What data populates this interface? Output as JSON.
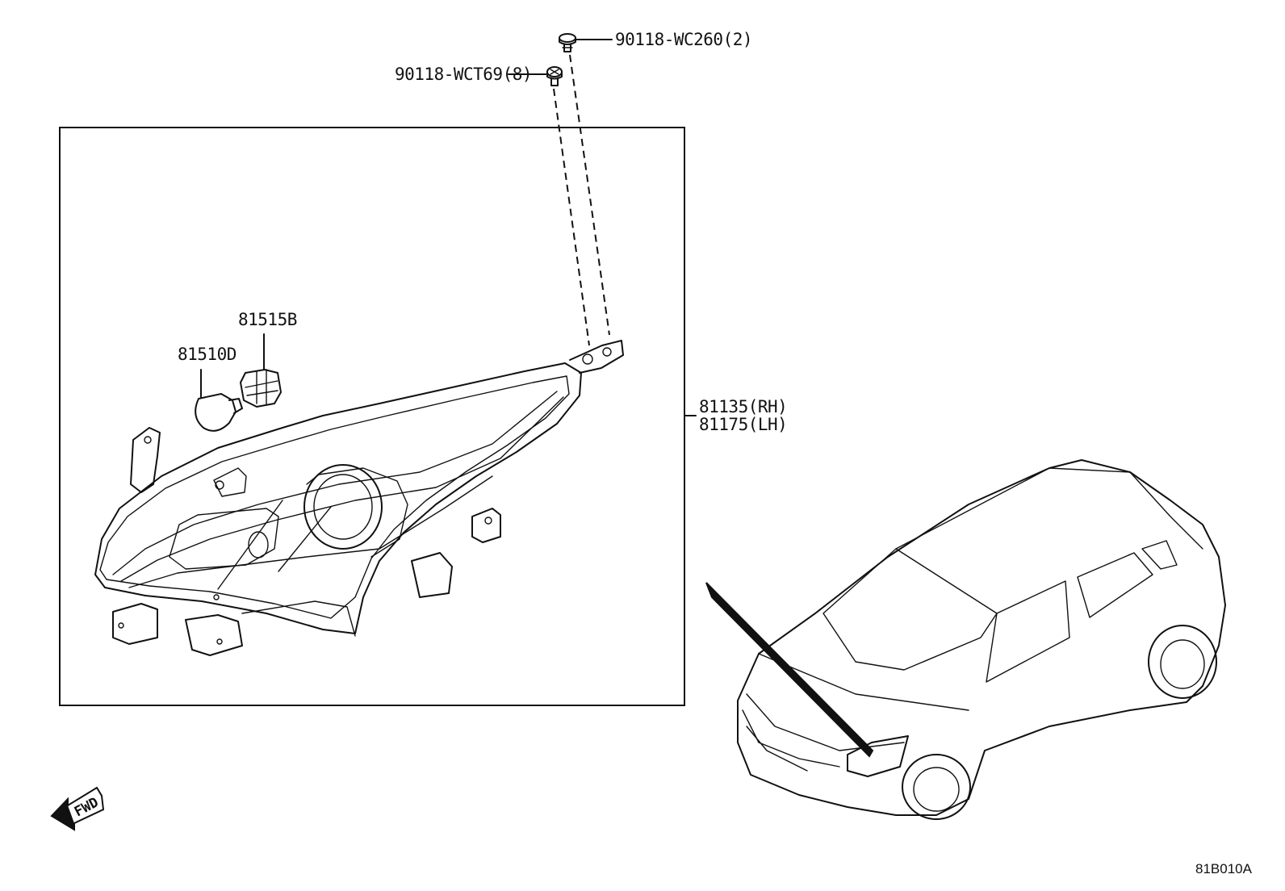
{
  "labels": {
    "bolt_top": "90118-WC260(2)",
    "bolt_mid": "90118-WCT69(8)",
    "socket": "81515B",
    "bulb": "81510D",
    "headlamp_rh": "81135(RH)",
    "headlamp_lh": "81175(LH)",
    "fwd": "FWD",
    "diagram_code": "81B010A"
  },
  "icons": {
    "bolt": "bolt-icon",
    "bulb": "bulb-icon",
    "socket": "bulb-socket-icon",
    "fwd_arrow": "fwd-arrow-icon"
  }
}
